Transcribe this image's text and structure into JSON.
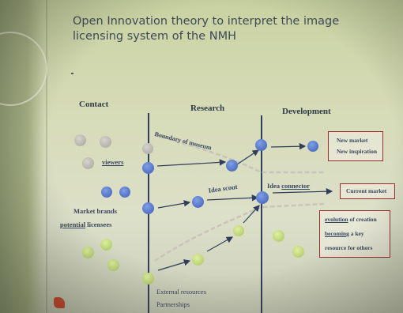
{
  "slide": {
    "title": "Open Innovation theory to interpret the image licensing system of the NMH"
  },
  "columns": {
    "contact": "Contact",
    "research": "Research",
    "development": "Development"
  },
  "labels": {
    "boundary": "Boundary of museum",
    "viewers": "viewers",
    "idea_scout": "Idea scout",
    "idea_connector_prefix": "Idea ",
    "idea_connector_word": "connector",
    "market_brands": "Market brands",
    "potential_word": "potential",
    "licensees_suffix": " licensees",
    "external_resources": "External resources",
    "partnerships": "Partnerships"
  },
  "boxes": {
    "new_market": [
      "New market",
      "New inspiration"
    ],
    "current_market": "Current market",
    "evolution_word": "evolution",
    "evolution_suffix": " of creation",
    "becoming_word": "becoming",
    "becoming_suffix": " a key",
    "resource_line": "resource for others"
  },
  "colors": {
    "accent_red": "#9a2b2e",
    "line_blue": "#2f3e5c",
    "circle_blue": "#4f6fc8",
    "circle_green": "#c2dc7a",
    "circle_gray": "#bdb9b3"
  }
}
